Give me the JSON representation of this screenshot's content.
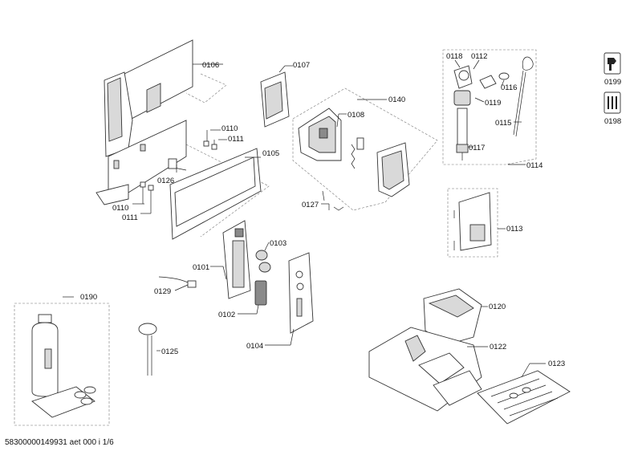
{
  "labels": {
    "p0106": "0106",
    "p0107": "0107",
    "p0110a": "0110",
    "p0111a": "0111",
    "p0110b": "0110",
    "p0111b": "0111",
    "p0126": "0126",
    "p0105": "0105",
    "p0140": "0140",
    "p0108": "0108",
    "p0127": "0127",
    "p0118": "0118",
    "p0112": "0112",
    "p0116": "0116",
    "p0119": "0119",
    "p0115": "0115",
    "p0117": "0117",
    "p0114": "0114",
    "p0199": "0199",
    "p0198": "0198",
    "p0113": "0113",
    "p0103": "0103",
    "p0101": "0101",
    "p0129": "0129",
    "p0102": "0102",
    "p0104": "0104",
    "p0190": "0190",
    "p0125": "0125",
    "p0120": "0120",
    "p0122": "0122",
    "p0123": "0123"
  },
  "footer": "58300000149931 aet 000 i 1/6"
}
